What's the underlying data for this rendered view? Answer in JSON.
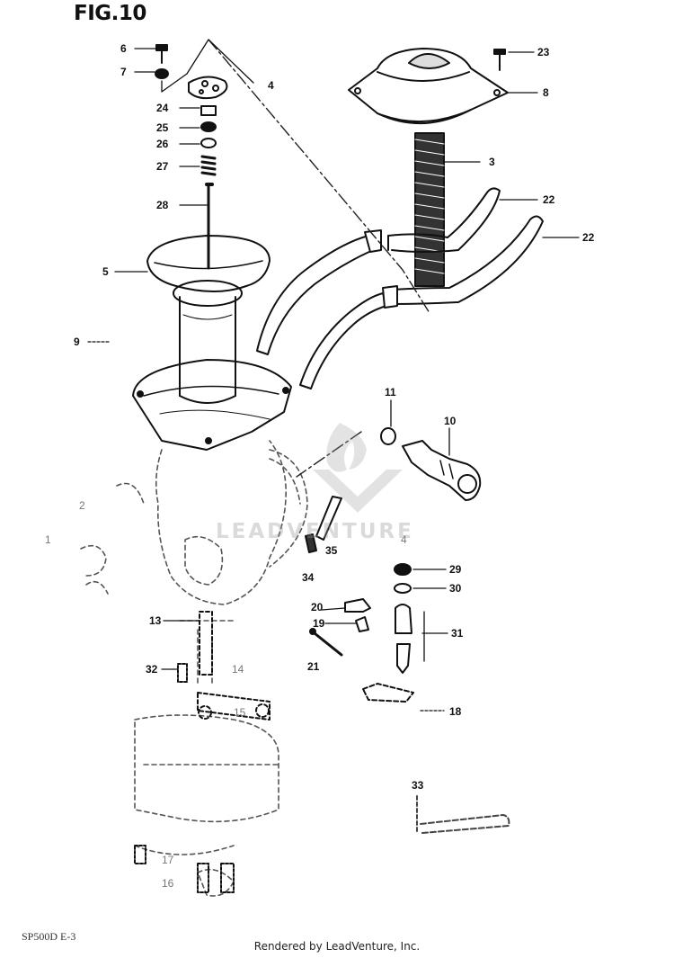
{
  "figure": {
    "title": "FIG.10",
    "code": "SP500D E-3",
    "footer": "Rendered by LeadVenture, Inc.",
    "watermark": "LEADVENTURE"
  },
  "callouts": [
    {
      "id": "p6",
      "label": "6"
    },
    {
      "id": "p7",
      "label": "7"
    },
    {
      "id": "p4",
      "label": "4"
    },
    {
      "id": "p24",
      "label": "24"
    },
    {
      "id": "p25",
      "label": "25"
    },
    {
      "id": "p26",
      "label": "26"
    },
    {
      "id": "p27",
      "label": "27"
    },
    {
      "id": "p28",
      "label": "28"
    },
    {
      "id": "p5",
      "label": "5"
    },
    {
      "id": "p9",
      "label": "9"
    },
    {
      "id": "p23",
      "label": "23"
    },
    {
      "id": "p8",
      "label": "8"
    },
    {
      "id": "p3",
      "label": "3"
    },
    {
      "id": "p22a",
      "label": "22"
    },
    {
      "id": "p22b",
      "label": "22"
    },
    {
      "id": "p11",
      "label": "11"
    },
    {
      "id": "p10",
      "label": "10"
    },
    {
      "id": "p2",
      "label": "2"
    },
    {
      "id": "p1",
      "label": "1"
    },
    {
      "id": "p35",
      "label": "35"
    },
    {
      "id": "p4b",
      "label": "4"
    },
    {
      "id": "p34",
      "label": "34"
    },
    {
      "id": "p29",
      "label": "29"
    },
    {
      "id": "p30",
      "label": "30"
    },
    {
      "id": "p20",
      "label": "20"
    },
    {
      "id": "p19",
      "label": "19"
    },
    {
      "id": "p31",
      "label": "31"
    },
    {
      "id": "p21",
      "label": "21"
    },
    {
      "id": "p13",
      "label": "13"
    },
    {
      "id": "p32",
      "label": "32"
    },
    {
      "id": "p14",
      "label": "14"
    },
    {
      "id": "p15",
      "label": "15"
    },
    {
      "id": "p18",
      "label": "18"
    },
    {
      "id": "p33",
      "label": "33"
    },
    {
      "id": "p17",
      "label": "17"
    },
    {
      "id": "p16",
      "label": "16"
    }
  ]
}
